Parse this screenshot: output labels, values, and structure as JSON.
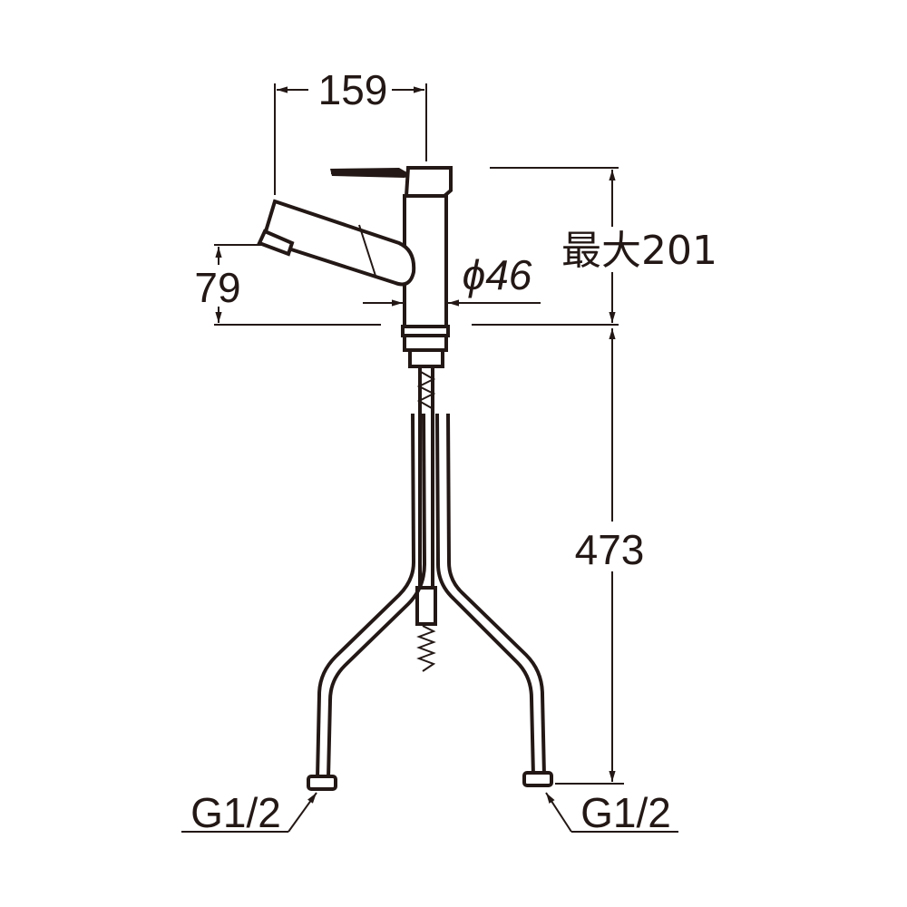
{
  "diagram": {
    "labels": {
      "spout_reach": "159",
      "spout_height": "79",
      "body_diameter": "ϕ46",
      "max_height": "最大201",
      "hose_length": "473",
      "connector_left": "G1/2",
      "connector_right": "G1/2"
    }
  }
}
